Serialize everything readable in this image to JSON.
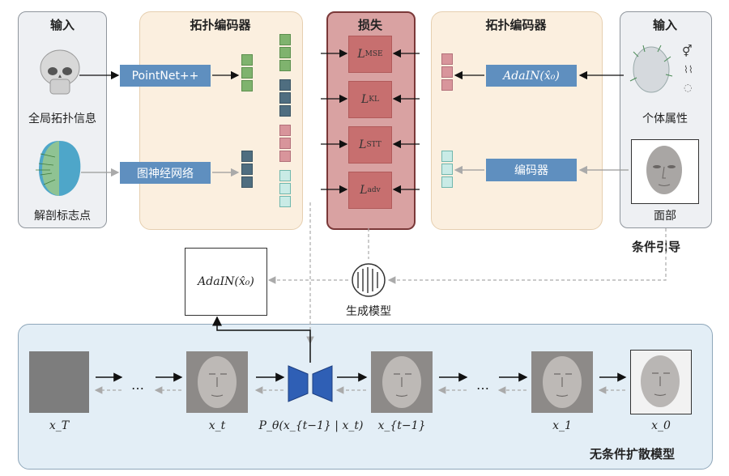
{
  "input_left": {
    "title": "输入",
    "item1": "全局拓扑信息",
    "item2": "解剖标志点"
  },
  "encoder_left": {
    "title": "拓扑编码器",
    "btn1": "PointNet++",
    "btn2": "图神经网络"
  },
  "loss": {
    "title": "损失",
    "items": [
      {
        "main": "L",
        "sub": "MSE"
      },
      {
        "main": "L",
        "sub": "KL"
      },
      {
        "main": "L",
        "sub": "STT"
      },
      {
        "main": "L",
        "sub": "adv"
      }
    ]
  },
  "encoder_right": {
    "title": "拓扑编码器",
    "btn1": "AdaIN(x̂₀)",
    "btn2": "编码器"
  },
  "input_right": {
    "title": "输入",
    "item1": "个体属性",
    "item2": "面部"
  },
  "condition_label": "条件引导",
  "generator_label": "生成模型",
  "adain_box": "AdaIN(x̂₀)",
  "diffusion": {
    "title": "无条件扩散模型",
    "labels": [
      "x_T",
      "x_t",
      "P_θ(x_{t−1} | x_t)",
      "x_{t−1}",
      "x_1",
      "x_0"
    ],
    "dots": "…"
  },
  "colors": {
    "button": "#5f8fbf",
    "loss_box": "#c76f6f",
    "loss_panel": "#d9a2a2",
    "unet": "#2f5fb5"
  }
}
